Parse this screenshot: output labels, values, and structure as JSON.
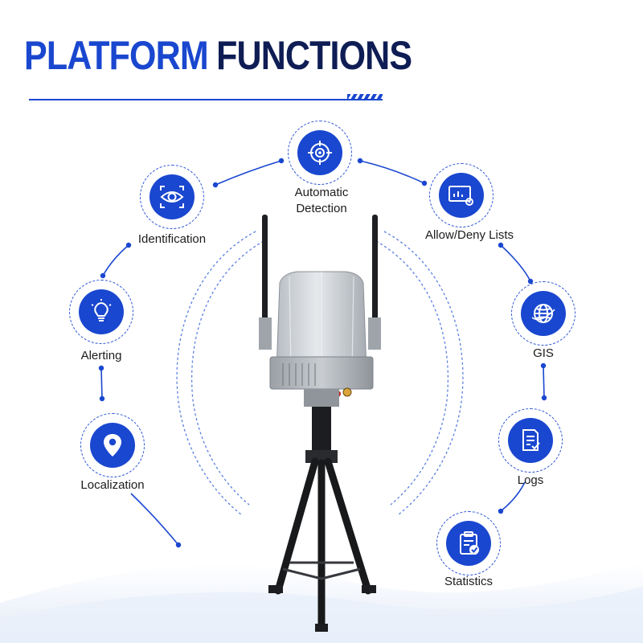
{
  "header": {
    "title_part1": "PLATFORM",
    "title_part2": "FUNCTIONS"
  },
  "colors": {
    "accent": "#1a47cf",
    "dark": "#0f1d55",
    "text": "#1c1c1c"
  },
  "features": [
    {
      "label": "Automatic",
      "label2": "Detection",
      "icon": "target-icon"
    },
    {
      "label": "Identification",
      "icon": "eye-icon"
    },
    {
      "label": "Allow/Deny Lists",
      "icon": "monitor-settings-icon"
    },
    {
      "label": "Alerting",
      "icon": "lightbulb-icon"
    },
    {
      "label": "GIS",
      "icon": "globe-icon"
    },
    {
      "label": "Localization",
      "icon": "location-pin-icon"
    },
    {
      "label": "Logs",
      "icon": "document-check-icon"
    },
    {
      "label": "Statistics",
      "icon": "clipboard-check-icon"
    }
  ]
}
